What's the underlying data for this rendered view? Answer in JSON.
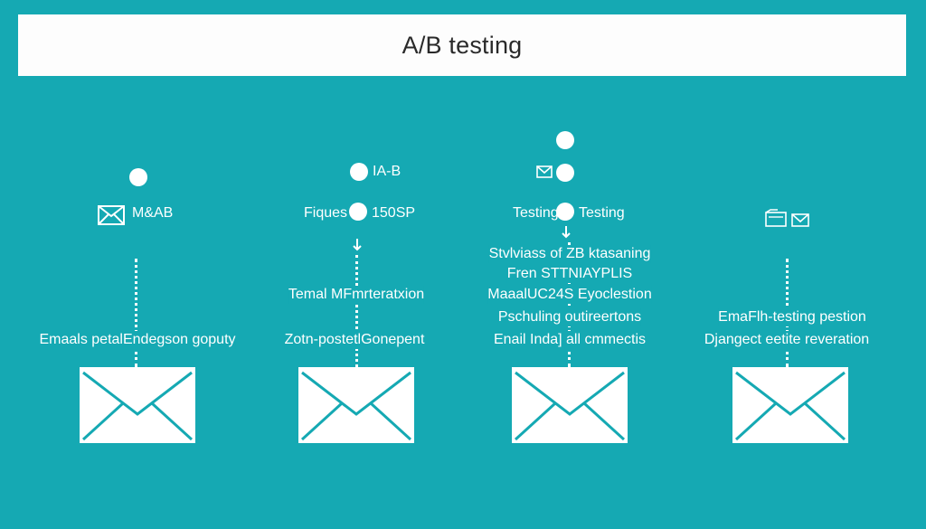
{
  "title": "A/B testing",
  "colors": {
    "background": "#15a9b3",
    "title_bar": "#fdfdfd",
    "foreground": "#ffffff",
    "envelope_line": "#15a9b3"
  },
  "icons": [
    "envelope-icon",
    "dot-marker",
    "arrow-down-icon",
    "card-icon"
  ],
  "col1": {
    "tag": "M&AB",
    "caption": "Emaals petalEndegson goputy"
  },
  "col2": {
    "top_tag": "IA-B",
    "left_label": "Fiques",
    "right_label": "150SP",
    "mid_label": "Temal MFmrteratxion",
    "caption": "Zotn-postetlGonepent"
  },
  "col3": {
    "left_label": "Testing",
    "right_label": "Testing",
    "lines": [
      "Stvlviass of ZB ktasaning",
      "Fren STTNIAYPLIS",
      "MaaalUC24S Eyoclestion",
      "Pschuling outireertons",
      "Enail Inda] all cmmectis"
    ]
  },
  "col4": {
    "line1": "EmaFlh-testing pestion",
    "line2": "Djangect eetite reveration"
  }
}
